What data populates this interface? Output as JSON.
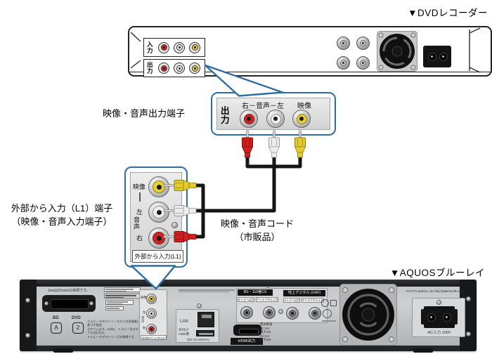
{
  "header": {
    "dvd": "▼DVDレコーダー",
    "aquos": "▼AQUOSブルーレイ"
  },
  "annotations": {
    "output_terminal": "映像・音声出力端子",
    "ext_input_line1": "外部から入力（L1）端子",
    "ext_input_line2": "（映像・音声入力端子）",
    "cord_line1": "映像・音声コード",
    "cord_line2": "（市販品）"
  },
  "dvd_panel": {
    "input": "入力",
    "output": "出力"
  },
  "output_callout": {
    "label": "出力",
    "audio": "右－音声－左",
    "video": "映像"
  },
  "input_callout": {
    "video": "映像",
    "left": "左",
    "audio": "音声",
    "right": "右",
    "caption": "外部から入力(L1)"
  },
  "aquos_panel": {
    "java_note": "JavaはOracleの商標です。",
    "bd": "BD",
    "dvd": "DVD",
    "dolby_line1": "ドルビーラボラトリーズからの実施権に基づき製造",
    "dolby_line2": "されています。Dolby、ドルビー及びダブルD記号は、",
    "dolby_line3": "ドルビーラボラトリーズの商標です。",
    "ext_video": "映像",
    "ext_left": "左",
    "ext_audio": "音声",
    "ext_right": "右",
    "ext_caption": "外部から入力(L1)",
    "lan": "LAN",
    "hdd_line1": "外付け",
    "hdd_line2": "HDD用",
    "dc": "(DC 5V 500mA)",
    "hdmi": "HDMI出力",
    "bs_cs": "BS・110度CS",
    "uhf": "地上デジタル (UHF)",
    "tv_out": "テレビへ出力",
    "ant_in": "アンテナから入力",
    "power_overlay": "電源重畳",
    "power_lines": [
      "DC15V",
      "最大4W",
      "DC11V",
      "最大3W"
    ],
    "dts": "For DTS patents, see http://patents.dts.com.",
    "ac": "AC入力 100V"
  },
  "colors": {
    "callout_blue": "#2e6da4",
    "cable_black": "#151515",
    "rca_red": "#cf1f1f",
    "rca_white": "#ededed",
    "rca_yellow": "#e3cb2e"
  }
}
